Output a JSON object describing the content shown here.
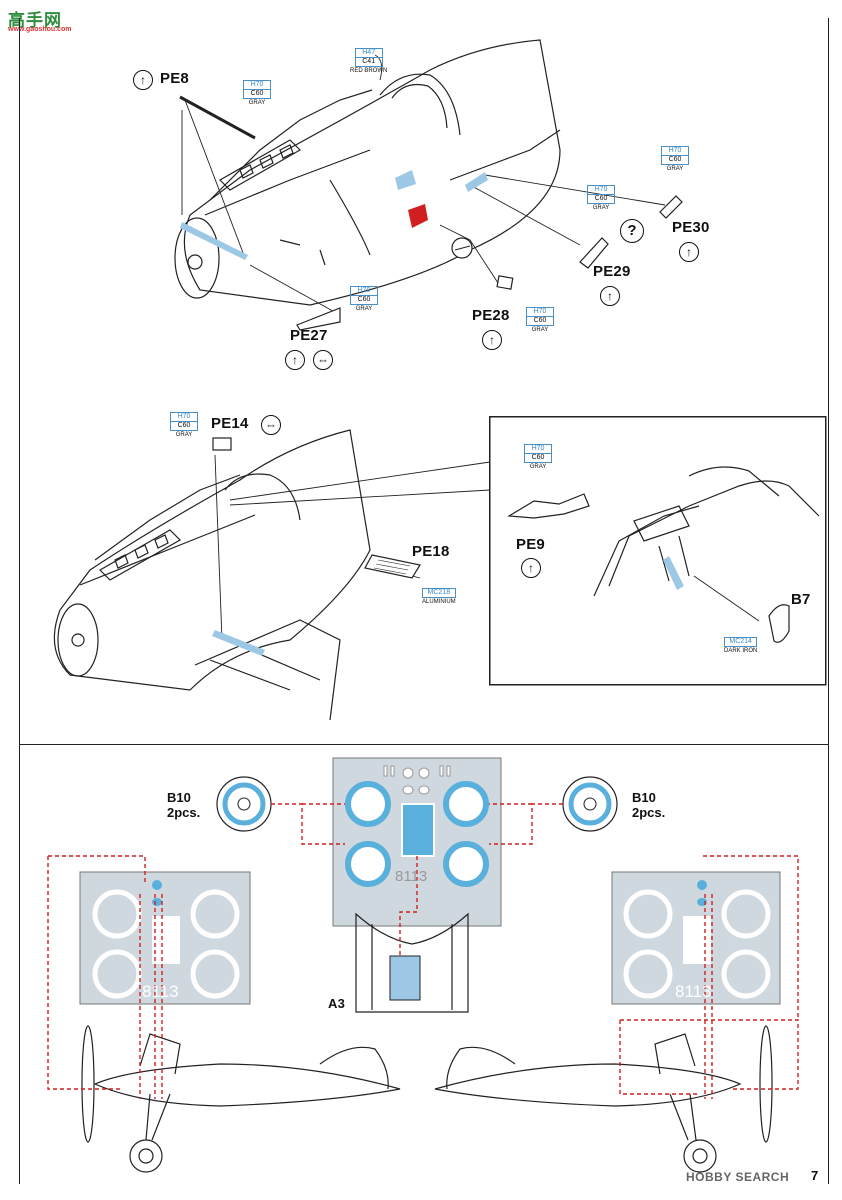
{
  "logo": {
    "main": "高手网",
    "sub": "www.gaoshou.com"
  },
  "parts": {
    "pe8": "PE8",
    "pe27": "PE27",
    "pe28": "PE28",
    "pe29": "PE29",
    "pe30": "PE30",
    "pe14": "PE14",
    "pe18": "PE18",
    "pe9": "PE9",
    "b7": "B7",
    "a3": "A3"
  },
  "paints": {
    "redbrown": {
      "h": "H47",
      "c": "C41",
      "name": "RED BROWN"
    },
    "gray": {
      "h": "H70",
      "c": "C60",
      "name": "GRAY"
    },
    "aluminium": {
      "code": "MC218",
      "name": "ALUMINIUM"
    },
    "darkiron": {
      "code": "MC214",
      "name": "DARK IRON"
    }
  },
  "symbols": {
    "question": "?",
    "flip": "↑",
    "turn": "⇔"
  },
  "masks": {
    "b10_left": {
      "part": "B10",
      "qty": "2pcs."
    },
    "b10_right": {
      "part": "B10",
      "qty": "2pcs."
    },
    "sheet_code": "8113"
  },
  "watermark": "HOBBY SEARCH",
  "page_number": "7"
}
